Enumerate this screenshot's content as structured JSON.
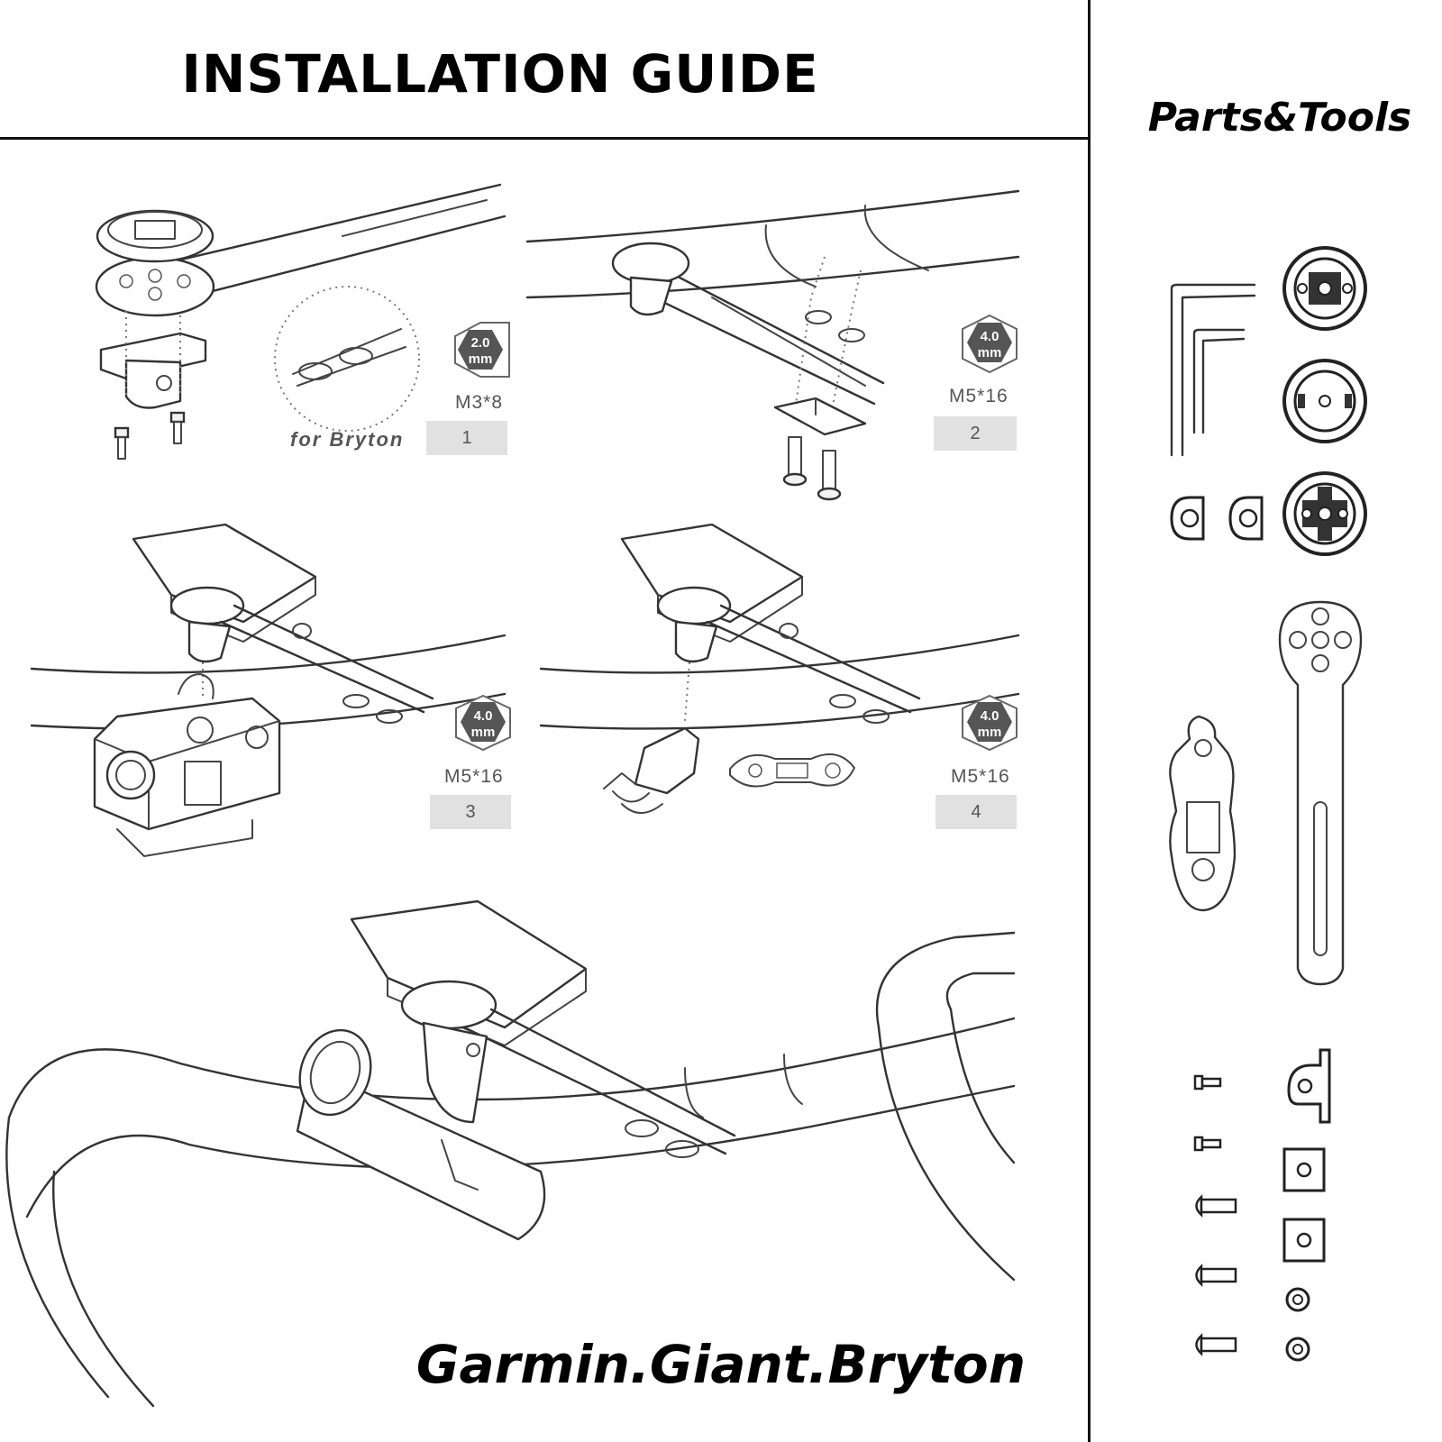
{
  "header": {
    "title": "INSTALLATION GUIDE"
  },
  "parts": {
    "title": "Parts&Tools"
  },
  "steps": [
    {
      "tool": "2.0\nmm",
      "tool_top": "2.0",
      "tool_bottom": "mm",
      "screw": "M3*8",
      "number": "1"
    },
    {
      "tool_top": "4.0",
      "tool_bottom": "mm",
      "screw": "M5*16",
      "number": "2"
    },
    {
      "tool_top": "4.0",
      "tool_bottom": "mm",
      "screw": "M5*16",
      "number": "3"
    },
    {
      "tool_top": "4.0",
      "tool_bottom": "mm",
      "screw": "M5*16",
      "number": "4"
    }
  ],
  "bryton_label": "for Bryton",
  "footer": {
    "brands": "Garmin.Giant.Bryton"
  },
  "colors": {
    "line": "#333333",
    "hex_badge": "#555555",
    "step_box": "#e1e1e1"
  },
  "icons": [
    "hex-wrench-icon",
    "mount-adapter-icon",
    "screw-icon",
    "washer-icon"
  ]
}
